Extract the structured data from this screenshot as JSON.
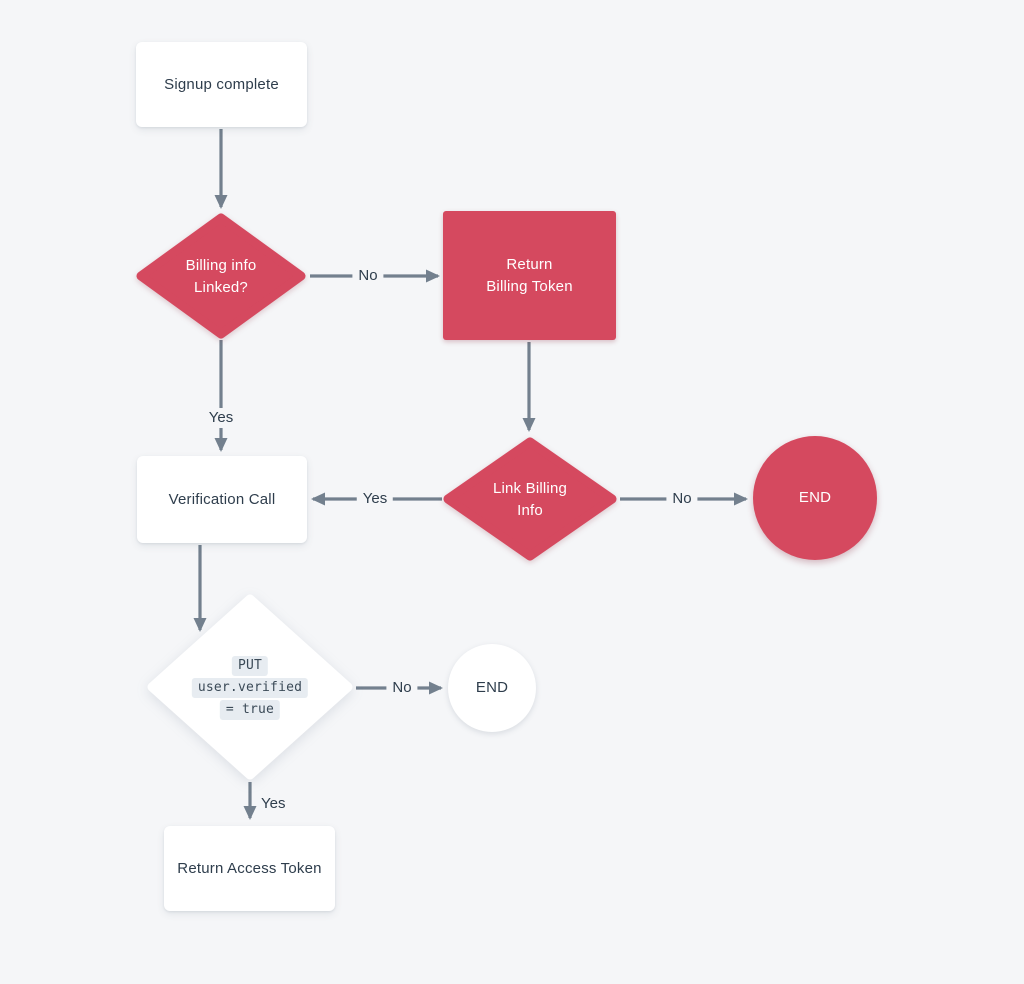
{
  "colors": {
    "bg": "#f5f6f8",
    "node_red": "#d5495f",
    "arrow": "#73808e",
    "text_dark": "#2e3d4c",
    "node_white": "#ffffff",
    "code_bg": "#e7ecf1",
    "code_text": "#3b4a57"
  },
  "nodes": {
    "signup": {
      "label": "Signup complete"
    },
    "billing_linked": {
      "line1": "Billing info",
      "line2": "Linked?"
    },
    "return_billing": {
      "line1": "Return",
      "line2": "Billing Token"
    },
    "verification": {
      "label": "Verification Call"
    },
    "link_billing": {
      "line1": "Link Billing",
      "line2": "Info"
    },
    "end_primary": {
      "label": "END"
    },
    "put_verified": {
      "code1": "PUT",
      "code2": "user.verified",
      "code3": "= true"
    },
    "end_secondary": {
      "label": "END"
    },
    "return_access": {
      "label": "Return Access Token"
    }
  },
  "edges": {
    "billing_no": {
      "label": "No"
    },
    "billing_yes": {
      "label": "Yes"
    },
    "link_yes": {
      "label": "Yes"
    },
    "link_no": {
      "label": "No"
    },
    "put_no": {
      "label": "No"
    },
    "put_yes": {
      "label": "Yes"
    }
  }
}
